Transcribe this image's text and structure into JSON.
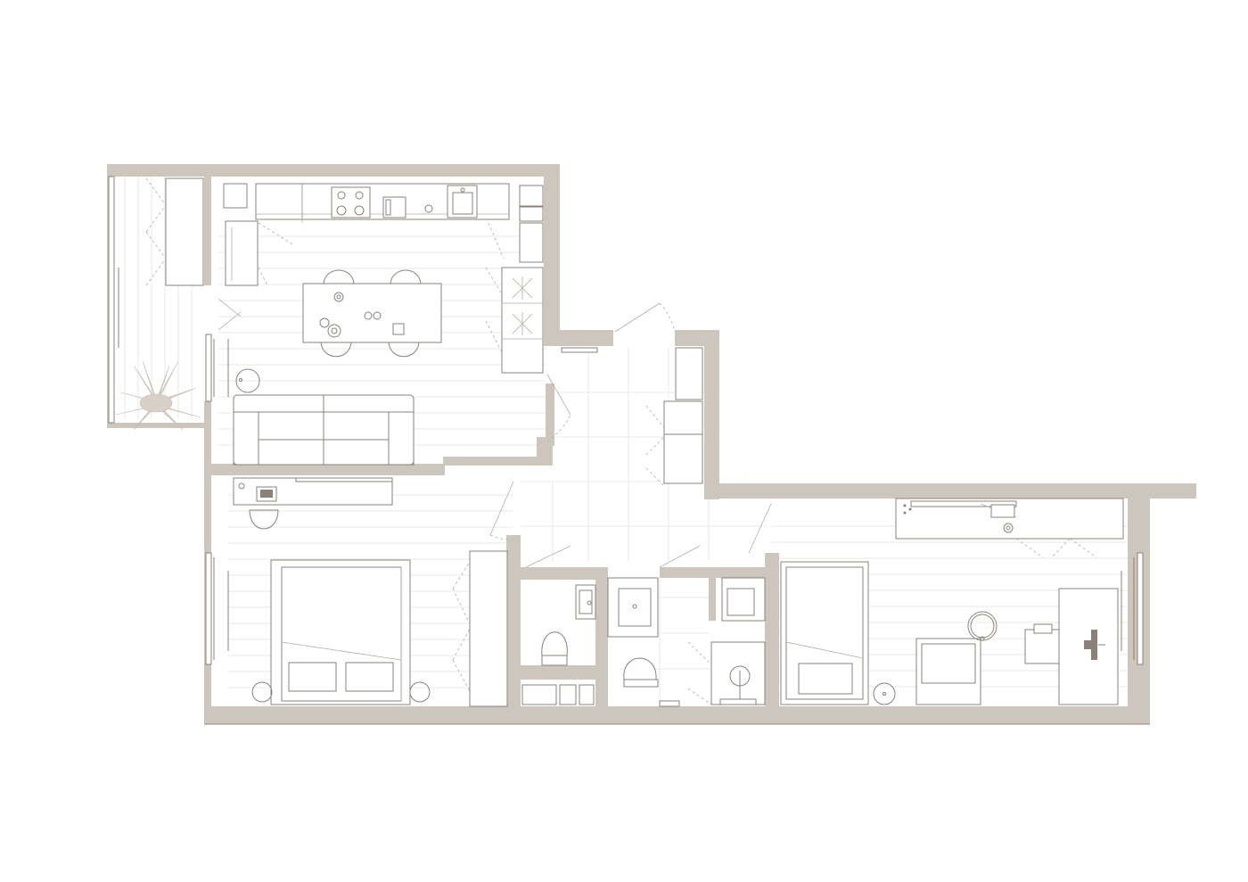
{
  "colors": {
    "wall": "#cdc6bc",
    "line": "#8a8178",
    "line_light": "#b4aca3",
    "floor": "#e7e2dc",
    "background": "#ffffff",
    "plant": "#d7d1c9"
  },
  "rooms": [
    {
      "name": "balcony"
    },
    {
      "name": "kitchen-living-room"
    },
    {
      "name": "hallway"
    },
    {
      "name": "bedroom"
    },
    {
      "name": "toilet"
    },
    {
      "name": "bathroom"
    },
    {
      "name": "laundry"
    },
    {
      "name": "children-room"
    }
  ],
  "icons": [
    "hob-icon",
    "sink-icon",
    "toilet-icon",
    "washbasin-icon",
    "bed-icon",
    "sofa-icon",
    "plant-icon",
    "door-icon",
    "window-icon",
    "monitor-icon"
  ]
}
